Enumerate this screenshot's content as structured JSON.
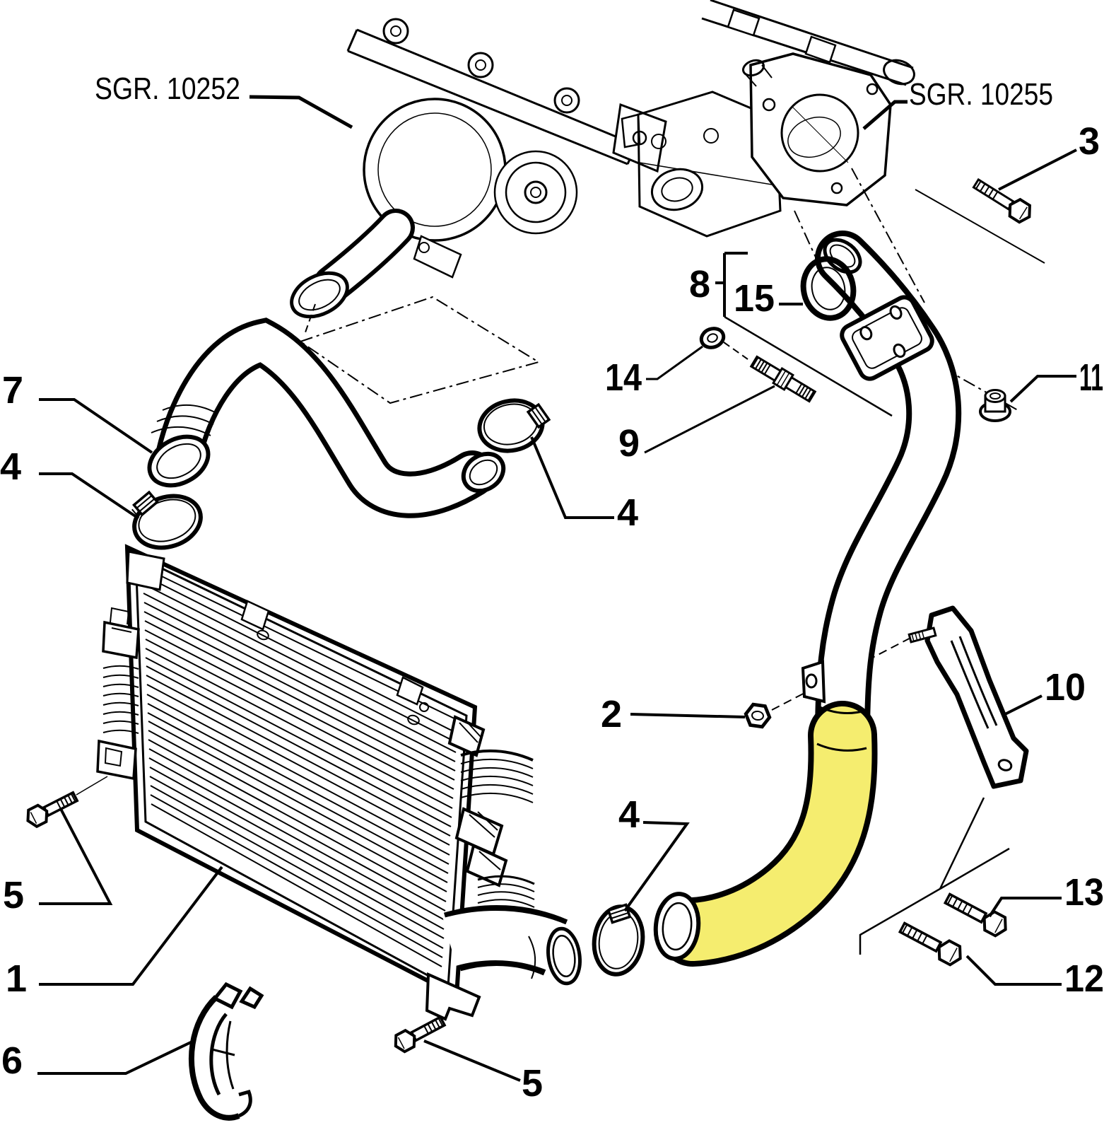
{
  "diagram": {
    "background_color": "#ffffff",
    "line_color": "#000000",
    "highlight_color": "#F5ED6F",
    "reference_labels": [
      {
        "id": "sgr-10252",
        "text": "SGR. 10252"
      },
      {
        "id": "sgr-10255",
        "text": "SGR. 10255"
      }
    ],
    "callouts": [
      {
        "id": "1",
        "label": "1"
      },
      {
        "id": "2",
        "label": "2"
      },
      {
        "id": "3",
        "label": "3"
      },
      {
        "id": "4-left",
        "label": "4"
      },
      {
        "id": "4-middle",
        "label": "4"
      },
      {
        "id": "4-bottom",
        "label": "4"
      },
      {
        "id": "5-left",
        "label": "5"
      },
      {
        "id": "5-bottom",
        "label": "5"
      },
      {
        "id": "6",
        "label": "6"
      },
      {
        "id": "7",
        "label": "7"
      },
      {
        "id": "8",
        "label": "8"
      },
      {
        "id": "9",
        "label": "9"
      },
      {
        "id": "10",
        "label": "10"
      },
      {
        "id": "11",
        "label": "11"
      },
      {
        "id": "12",
        "label": "12"
      },
      {
        "id": "13",
        "label": "13"
      },
      {
        "id": "14",
        "label": "14"
      },
      {
        "id": "15",
        "label": "15"
      }
    ]
  }
}
